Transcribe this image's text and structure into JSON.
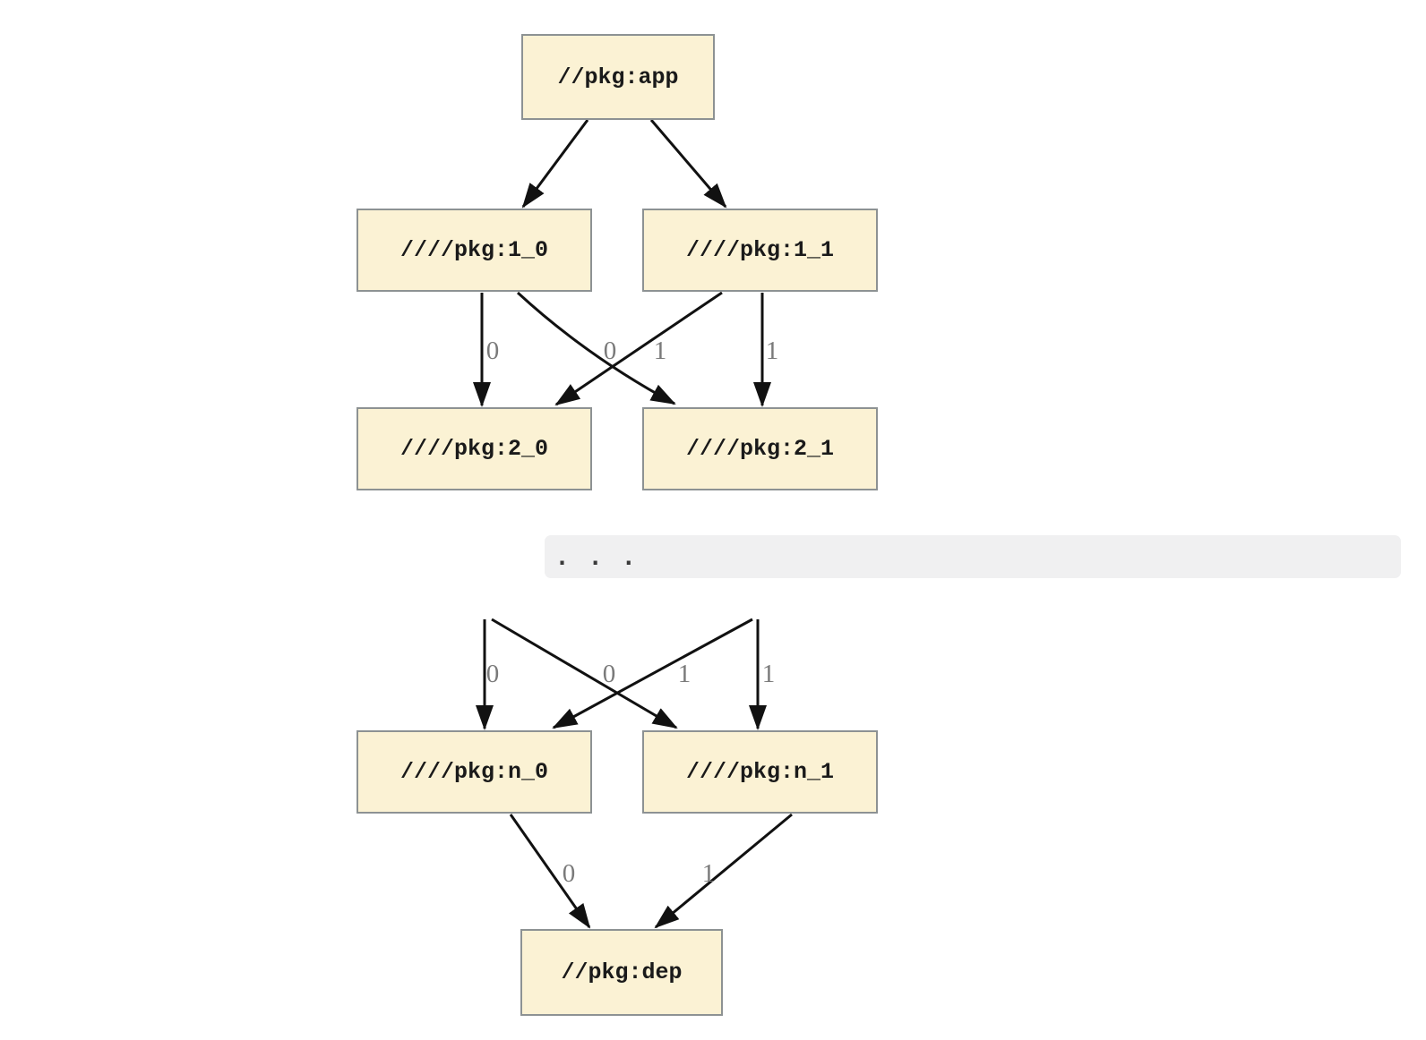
{
  "colors": {
    "node_fill": "#FBF2D4",
    "node_border": "#8D9293",
    "edge": "#111111",
    "edge_label": "#7A7A7A",
    "separator_bg": "#F0F0F1",
    "separator_text": "#3A3A3A",
    "text": "#1A1A1A",
    "background": "#FFFFFF"
  },
  "nodes": {
    "app": {
      "label": "//pkg:app"
    },
    "v1_0": {
      "label": "////pkg:1_0"
    },
    "v1_1": {
      "label": "////pkg:1_1"
    },
    "v2_0": {
      "label": "////pkg:2_0"
    },
    "v2_1": {
      "label": "////pkg:2_1"
    },
    "vn_0": {
      "label": "////pkg:n_0"
    },
    "vn_1": {
      "label": "////pkg:n_1"
    },
    "dep": {
      "label": "//pkg:dep"
    }
  },
  "separator": {
    "label": ". . ."
  },
  "edges": [
    {
      "from": "//pkg:app",
      "to": "////pkg:1_0"
    },
    {
      "from": "//pkg:app",
      "to": "////pkg:1_1"
    },
    {
      "from": "////pkg:1_0",
      "to": "////pkg:2_0",
      "label": "0"
    },
    {
      "from": "////pkg:1_0",
      "to": "////pkg:2_1",
      "label": "1"
    },
    {
      "from": "////pkg:1_1",
      "to": "////pkg:2_0",
      "label": "0"
    },
    {
      "from": "////pkg:1_1",
      "to": "////pkg:2_1",
      "label": "1"
    },
    {
      "to": "////pkg:n_0",
      "label": "0"
    },
    {
      "to": "////pkg:n_1",
      "label": "1"
    },
    {
      "to": "////pkg:n_0",
      "label": "0"
    },
    {
      "to": "////pkg:n_1",
      "label": "1"
    },
    {
      "from": "////pkg:n_0",
      "to": "//pkg:dep",
      "label": "0"
    },
    {
      "from": "////pkg:n_1",
      "to": "//pkg:dep",
      "label": "1"
    }
  ]
}
